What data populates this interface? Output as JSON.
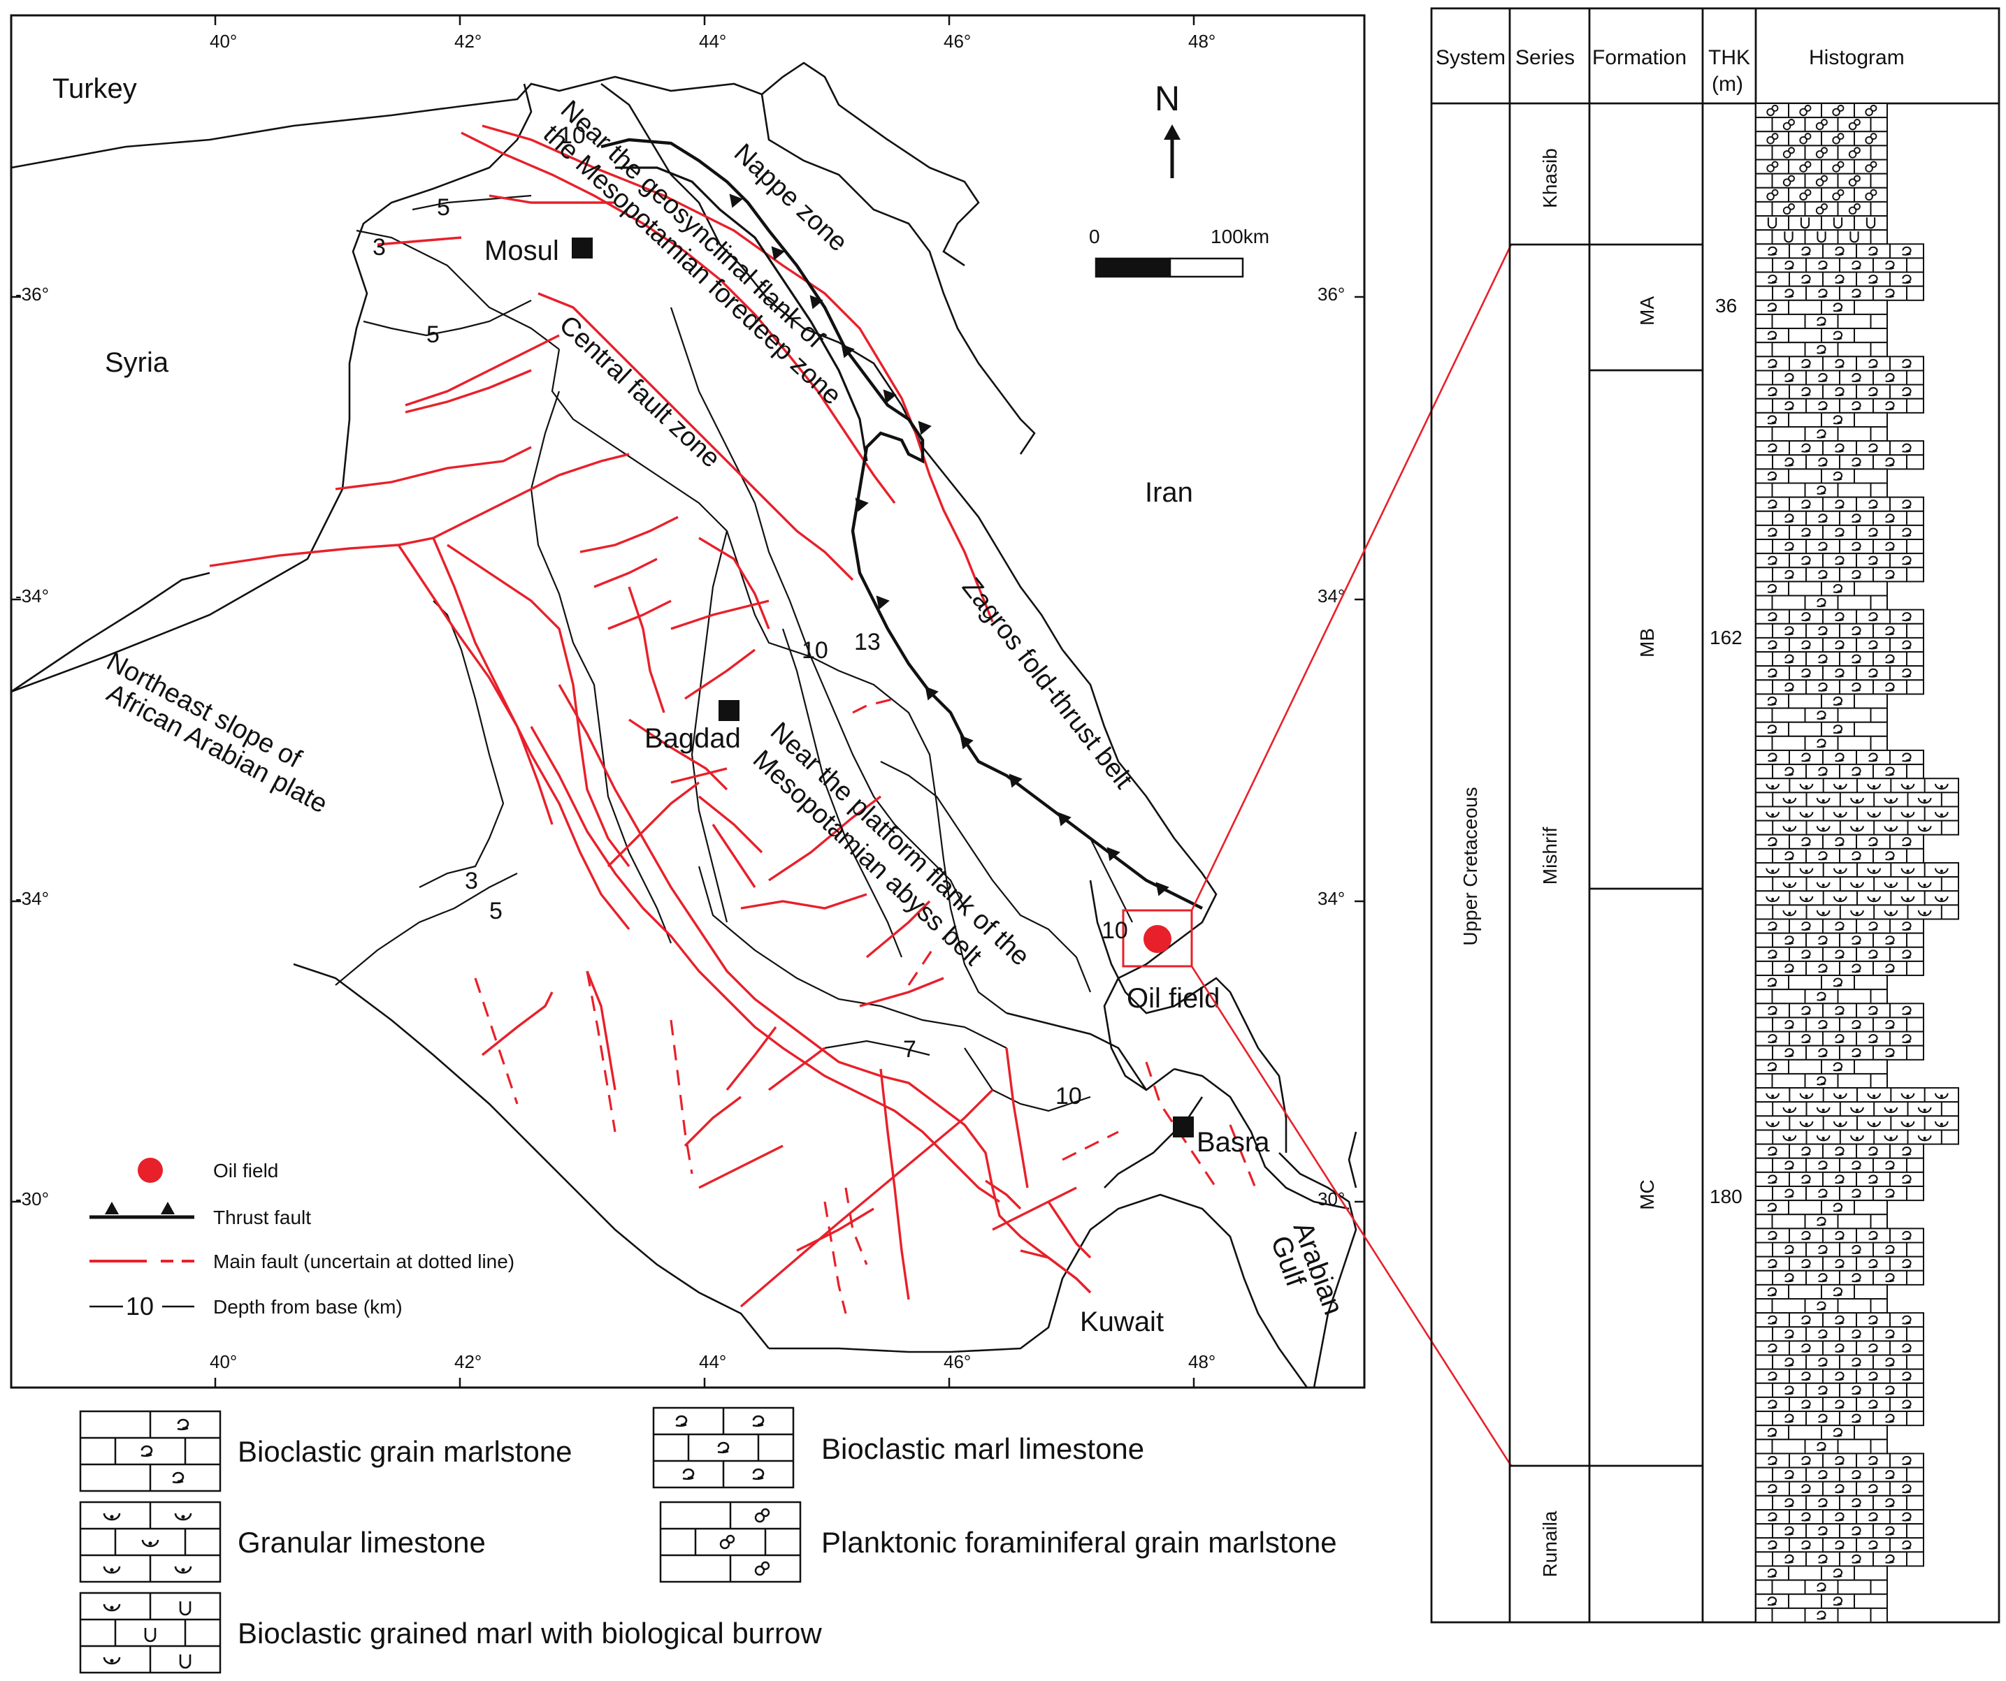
{
  "map": {
    "lon_ticks": [
      "40°",
      "42°",
      "44°",
      "46°",
      "48°"
    ],
    "lat_ticks_left": [
      "-36°",
      "-34°",
      "-34°",
      "-30°"
    ],
    "lat_ticks_right": [
      "36°",
      "34°",
      "34°",
      "30°"
    ],
    "countries": {
      "turkey": "Turkey",
      "syria": "Syria",
      "iran": "Iran",
      "kuwait": "Kuwait",
      "gulf_line1": "Arabian",
      "gulf_line2": "Gulf"
    },
    "zones": {
      "nappe": "Nappe zone",
      "geosyn_line1": "Near the geosynclinal flank of",
      "geosyn_line2": "the Mesopotamian foredeep zone",
      "central_fault": "Central fault zone",
      "zagros": "Zagros fold-thrust belt",
      "africa_line1": "Northeast slope of",
      "africa_line2": "African Arabian plate",
      "platform_line1": "Near the platform flank of the",
      "platform_line2": "Mesopotamian abyss belt"
    },
    "cities": {
      "mosul": "Mosul",
      "bagdad": "Bagdad",
      "basra": "Basra",
      "oil_field": "Oil field"
    },
    "contours": [
      "10",
      "5",
      "3",
      "5",
      "10",
      "13",
      "3",
      "5",
      "10",
      "7",
      "10"
    ],
    "north": "N",
    "scale": {
      "zero": "0",
      "max": "100km"
    },
    "legend": {
      "oil_field": "Oil field",
      "thrust": "Thrust fault",
      "fault": "Main fault (uncertain at dotted line)",
      "depth_num": "10",
      "depth": "Depth from base (km)"
    },
    "colors": {
      "fault": "#e8202a",
      "oil_field": "#e8202a",
      "outline": "#111111"
    }
  },
  "lithology_legend": [
    {
      "name": "Bioclastic grain marlstone",
      "symbol": "bioclast"
    },
    {
      "name": "Bioclastic marl limestone",
      "symbol": "bioclast"
    },
    {
      "name": "Granular limestone",
      "symbol": "granule"
    },
    {
      "name": "Planktonic foraminiferal grain marlstone",
      "symbol": "foram"
    },
    {
      "name": "Bioclastic grained marl with biological burrow",
      "symbol": "burrow"
    }
  ],
  "column": {
    "headers": {
      "system": "System",
      "series": "Series",
      "formation": "Formation",
      "thk": "THK",
      "thk_unit": "(m)",
      "histogram": "Histogram"
    },
    "system": "Upper Cretaceous",
    "series": [
      {
        "name": "Khasib"
      },
      {
        "name": "Mishrif"
      },
      {
        "name": "Runaila"
      }
    ],
    "formations": [
      {
        "name": "MA",
        "thk": "36"
      },
      {
        "name": "MB",
        "thk": "162"
      },
      {
        "name": "MC",
        "thk": "180"
      }
    ]
  }
}
